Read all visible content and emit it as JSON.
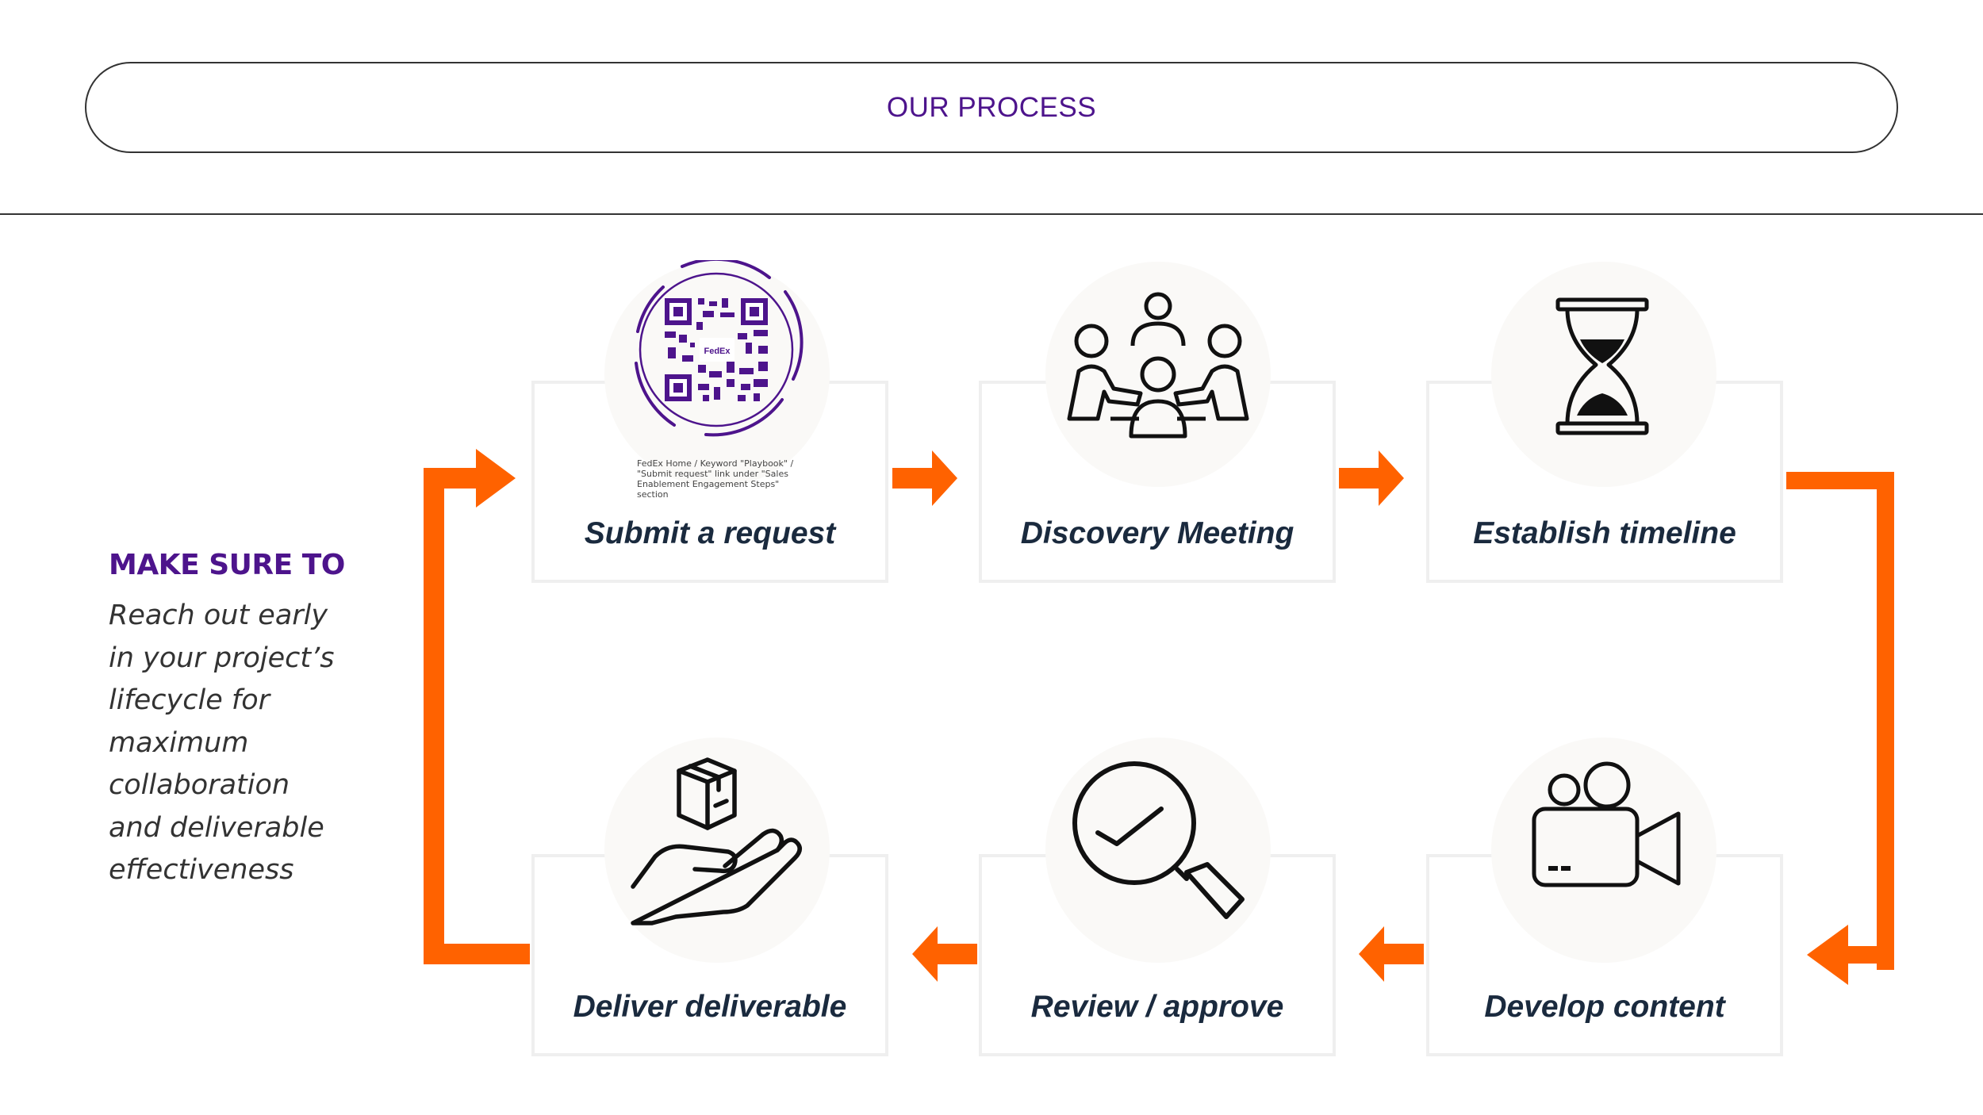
{
  "header": {
    "title": "OUR PROCESS"
  },
  "sidebar": {
    "heading": "MAKE SURE TO",
    "lines": [
      "Reach out early",
      "in your project’s",
      "lifecycle for",
      "maximum",
      "collaboration",
      "and deliverable",
      "effectiveness"
    ]
  },
  "qr": {
    "brand": "FedEx",
    "caption_lines": [
      "FedEx Home / Keyword \"Playbook\" /",
      "\"Submit request\" link under \"Sales",
      "Enablement Engagement Steps\"",
      "section"
    ]
  },
  "steps": [
    {
      "label": "Submit a request",
      "icon": "qr-code-icon"
    },
    {
      "label": "Discovery Meeting",
      "icon": "meeting-icon"
    },
    {
      "label": "Establish timeline",
      "icon": "hourglass-icon"
    },
    {
      "label": "Develop content",
      "icon": "video-camera-icon"
    },
    {
      "label": "Review / approve",
      "icon": "magnifier-check-icon"
    },
    {
      "label": "Deliver deliverable",
      "icon": "hand-package-icon"
    }
  ],
  "colors": {
    "accent_orange": "#ff6200",
    "brand_purple": "#4d148c",
    "label_navy": "#1a2a3e"
  }
}
